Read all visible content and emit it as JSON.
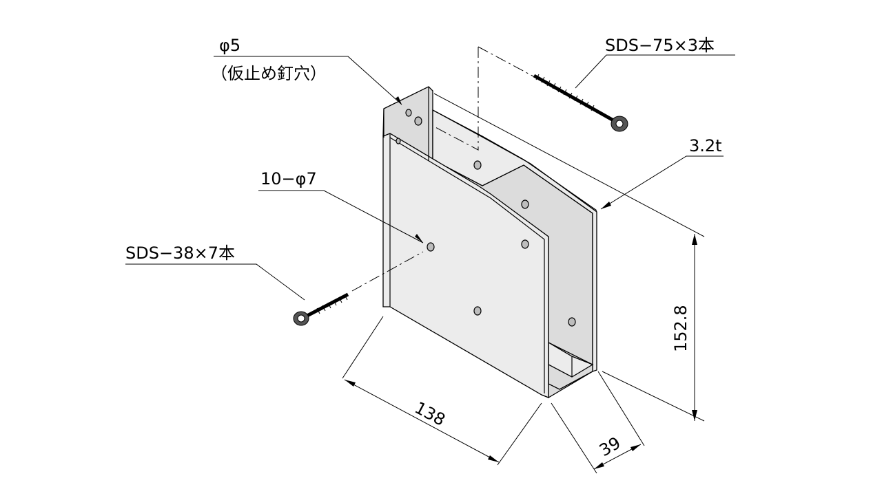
{
  "labels": {
    "nail_hole_dia": "φ5",
    "nail_hole_note": "（仮止め釘穴）",
    "screw_long": "SDS−75×3本",
    "thickness": "3.2t",
    "bolt_holes": "10−φ7",
    "screw_short": "SDS−38×7本"
  },
  "dimensions": {
    "width": "138",
    "depth": "39",
    "height": "152.8"
  }
}
